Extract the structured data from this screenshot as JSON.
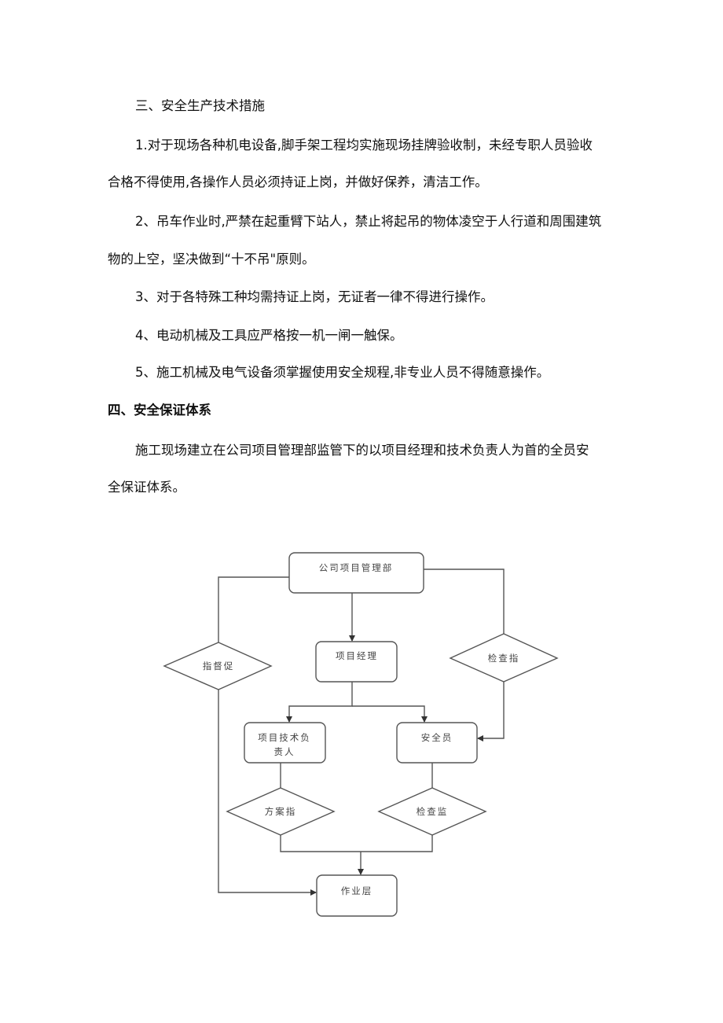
{
  "document": {
    "section3_heading": "三、安全生产技术措施",
    "item1_line1": "1.对于现场各种机电设备,脚手架工程均实施现场挂牌验收制，未经专职人员验收",
    "item1_line2": "合格不得使用,各操作人员必须持证上岗，并做好保养，清洁工作。",
    "item2_line1": "2、吊车作业时,严禁在起重臂下站人，禁止将起吊的物体凌空于人行道和周围建筑",
    "item2_line2": "物的上空，坚决做到“十不吊\"原则。",
    "item3": "3、对于各特殊工种均需持证上岗，无证者一律不得进行操作。",
    "item4": "4、电动机械及工具应严格按一机一闸一触保。",
    "item5": "5、施工机械及电气设备须掌握使用安全规程,非专业人员不得随意操作。",
    "section4_heading": "四、安全保证体系",
    "para_line1": "施工现场建立在公司项目管理部监管下的以项目经理和技术负责人为首的全员安",
    "para_line2": "全保证体系。"
  },
  "flowchart": {
    "top": "公司项目管理部",
    "pm": "项目经理",
    "tech_lead_1": "项目技术负",
    "tech_lead_2": "责人",
    "safety": "安全员",
    "worker": "作业层",
    "d_left": "指督促",
    "d_right": "检查指",
    "d_plan": "方案指",
    "d_inspect": "检查监"
  }
}
